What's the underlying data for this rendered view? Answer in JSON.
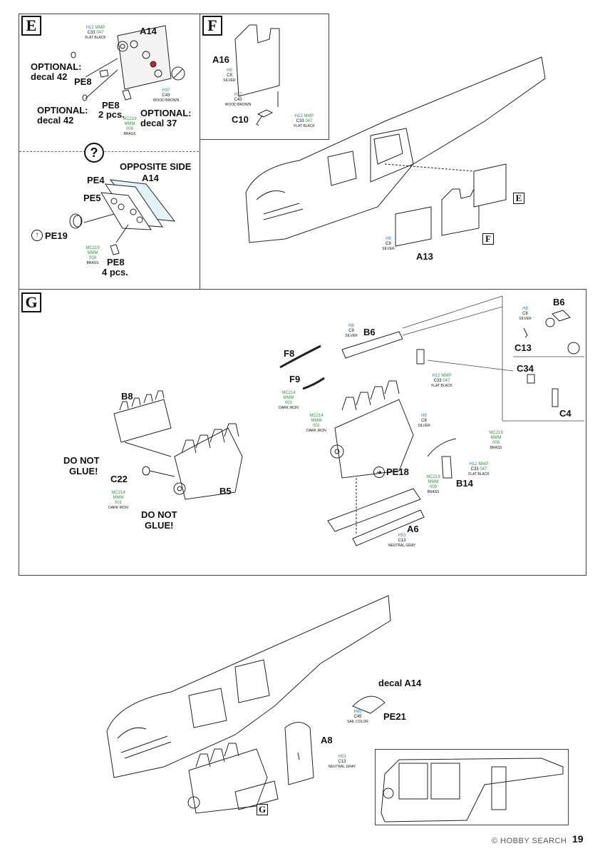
{
  "step_e": {
    "letter": "E",
    "a14": "A14",
    "optional1_title": "OPTIONAL:",
    "optional1_decal": "decal 42",
    "pe8": "PE8",
    "optional2_title": "OPTIONAL:",
    "optional2_decal": "decal 42",
    "pe8b": "PE8",
    "pe8b_count": "2 pcs.",
    "optional3_title": "OPTIONAL:",
    "optional3_decal": "decal 37",
    "paint_flat_black": {
      "h": "H12",
      "mmp": "MMP",
      "c": "C33",
      "n": "047",
      "name": "FLAT BLACK"
    },
    "paint_wood_brown": {
      "h": "H37",
      "c": "C43",
      "name": "WOOD BROWN"
    },
    "paint_brass": {
      "mc": "MC219",
      "mmm": "MMM",
      "n": "009",
      "name": "BRASS"
    }
  },
  "step_q": {
    "symbol": "?",
    "opposite_side": "OPPOSITE SIDE",
    "a14": "A14",
    "pe4": "PE4",
    "pe5": "PE5",
    "pe19": "PE19",
    "pe8": "PE8",
    "pe8_count": "4 pcs.",
    "paint_brass": {
      "mc": "MC219",
      "mmm": "MMM",
      "n": "009",
      "name": "BRASS"
    }
  },
  "step_f": {
    "letter": "F",
    "a16": "A16",
    "c10": "C10",
    "a13": "A13",
    "marker_e": "E",
    "marker_f": "F",
    "paint_silver": {
      "h": "H8",
      "c": "C8",
      "name": "SILVER"
    },
    "paint_wood_brown": {
      "h": "H37",
      "c": "C43",
      "name": "WOOD BROWN"
    },
    "paint_flat_black": {
      "h": "H12",
      "mmp": "MMP",
      "c": "C33",
      "n": "047",
      "name": "FLAT BLACK"
    },
    "paint_silver_a13": {
      "h": "H8",
      "c": "C8",
      "name": "SILVER"
    }
  },
  "step_g": {
    "letter": "G",
    "b8": "B8",
    "do_not_glue": "DO NOT",
    "glue": "GLUE!",
    "c22": "C22",
    "b5": "B5",
    "do_not_glue2": "DO NOT",
    "glue2": "GLUE!",
    "f8": "F8",
    "f9": "F9",
    "b6": "B6",
    "b6b": "B6",
    "c13": "C13",
    "c34": "C34",
    "c4": "C4",
    "pe18": "PE18",
    "b14": "B14",
    "a6": "A6",
    "paint_dark_iron_c22": {
      "mc": "MC214",
      "mmm": "MMM",
      "n": "001",
      "name": "DARK IRON"
    },
    "paint_dark_iron_f8": {
      "mc": "MC214",
      "mmm": "MMM",
      "n": "001",
      "name": "DARK IRON"
    },
    "paint_dark_iron_engine": {
      "mc": "MC214",
      "mmm": "MMM",
      "n": "001",
      "name": "DARK IRON"
    },
    "paint_silver_b6": {
      "h": "H8",
      "c": "C8",
      "name": "SILVER"
    },
    "paint_silver_b6b": {
      "h": "H8",
      "c": "C8",
      "name": "SILVER"
    },
    "paint_silver_engine": {
      "h": "H8",
      "c": "C8",
      "name": "SILVER"
    },
    "paint_flat_black": {
      "h": "H12",
      "mmp": "MMP",
      "c": "C33",
      "n": "047",
      "name": "FLAT BLACK"
    },
    "paint_flat_black_b14": {
      "h": "H12",
      "mmp": "MMP",
      "c": "C33",
      "n": "047",
      "name": "FLAT BLACK"
    },
    "paint_brass_1": {
      "mc": "MC219",
      "mmm": "MMM",
      "n": "009",
      "name": "BRASS"
    },
    "paint_brass_2": {
      "mc": "MC219",
      "mmm": "MMM",
      "n": "009",
      "name": "BRASS"
    },
    "paint_neutral_gray": {
      "h": "H53",
      "c": "C13",
      "name": "NEUTRAL GRAY"
    }
  },
  "step_final": {
    "decal_a14": "decal A14",
    "pe21": "PE21",
    "a8": "A8",
    "marker_g": "G",
    "paint_sail": {
      "h": "H85",
      "c": "C45",
      "name": "SAIL COLOR"
    },
    "paint_neutral_gray": {
      "h": "H53",
      "c": "C13",
      "name": "NEUTRAL GRAY"
    }
  },
  "footer": {
    "page_number": "19",
    "watermark": "© HOBBY SEARCH"
  }
}
